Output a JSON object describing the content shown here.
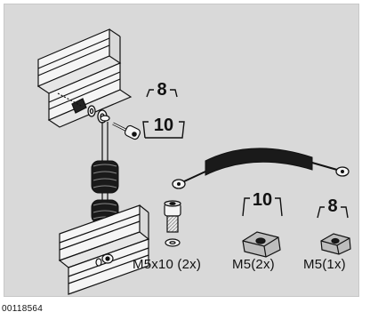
{
  "figure": {
    "doc_number": "00118564",
    "wrench_sizes": {
      "upper_a": "8",
      "upper_b": "10",
      "lower_a": "10",
      "lower_b": "8"
    },
    "parts": [
      {
        "caption": "M5x10 (2x)"
      },
      {
        "caption": "M5(2x)"
      },
      {
        "caption": "M5(1x)"
      }
    ],
    "colors": {
      "panel": "#d9d9d9",
      "line": "#111111",
      "fill_light": "#f2f2f2",
      "fill_dark": "#1a1a1a"
    }
  }
}
